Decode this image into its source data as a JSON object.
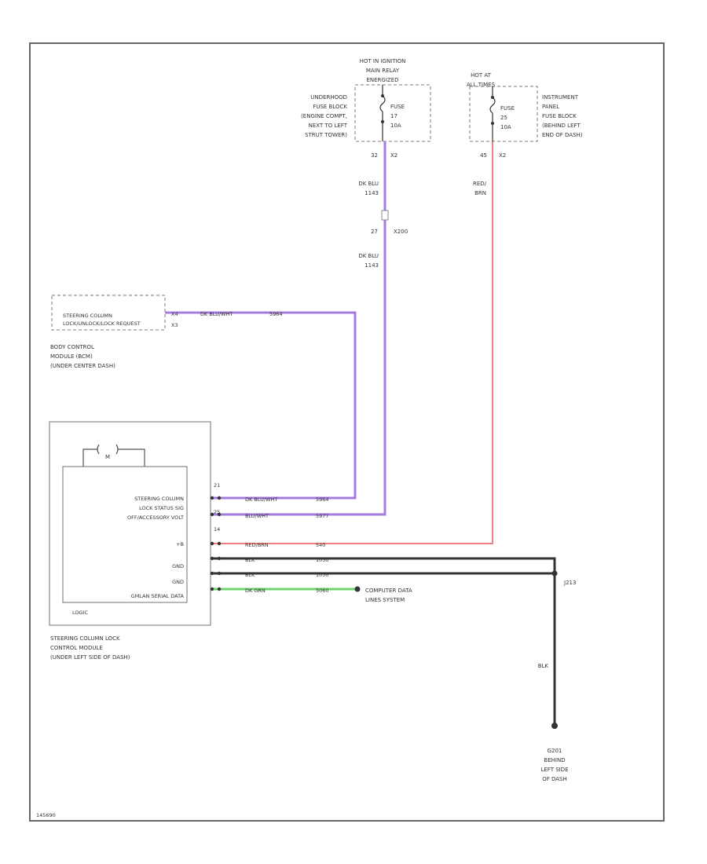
{
  "fuse_block_underhood": {
    "hot_label": [
      "HOT IN IGNITION",
      "MAIN RELAY",
      "ENERGIZED"
    ],
    "location": [
      "UNDERHOOD",
      "FUSE BLOCK",
      "(ENGINE COMPT,",
      "NEXT TO LEFT",
      "STRUT TOWER)"
    ],
    "fuse": [
      "FUSE",
      "17",
      "10A"
    ],
    "pin": "32",
    "connector": "X2"
  },
  "fuse_block_instrument": {
    "hot_label": [
      "HOT AT",
      "ALL TIMES"
    ],
    "location": [
      "INSTRUMENT",
      "PANEL",
      "FUSE BLOCK",
      "(BEHIND LEFT",
      "END OF DASH)"
    ],
    "fuse": [
      "FUSE",
      "25",
      "10A"
    ],
    "pin": "45",
    "connector": "X2"
  },
  "wires": {
    "dk_blu_upper": [
      "DK BLU",
      "1143"
    ],
    "splice_pin": "27",
    "splice_conn": "X200",
    "dk_blu_lower": [
      "DK BLU",
      "1143"
    ],
    "red_brn": [
      "RED/",
      "BRN"
    ],
    "bcm_wire": "DK BLU/WHT",
    "bcm_circuit": "5964",
    "w1": "DK BLU/WHT",
    "w1_ckt": "5964",
    "w2": "BLU/WHT",
    "w2_ckt": "5977",
    "w3": "RED/BRN",
    "w3_ckt": "540",
    "w4": "BLK",
    "w4_ckt": "1050",
    "w5": "BLK",
    "w5_ckt": "1050",
    "w6": "DK GRN",
    "w6_ckt": "5060",
    "ground_wire": "BLK"
  },
  "bcm": {
    "pin_label": "X4",
    "signal": [
      "STEERING COLUMN",
      "LOCK/UNLOCK/LOCK REQUEST"
    ],
    "signal_pin": "X3",
    "name": [
      "BODY CONTROL",
      "MODULE (BCM)",
      "(UNDER CENTER DASH)"
    ]
  },
  "sclcm": {
    "pins": [
      "21",
      "25",
      "14"
    ],
    "labels": [
      "STEERING COLUMN",
      "LOCK STATUS SIG",
      "OFF/ACCESSORY VOLT"
    ],
    "lower_labels": [
      "+B",
      "GND",
      "GND",
      "GMLAN SERIAL DATA"
    ],
    "logic": "LOGIC",
    "motor": "M",
    "name": [
      "STEERING COLUMN LOCK",
      "CONTROL MODULE",
      "(UNDER LEFT SIDE OF DASH)"
    ]
  },
  "data_lines": [
    "COMPUTER DATA",
    "LINES SYSTEM"
  ],
  "splice": "J213",
  "ground": [
    "G201",
    "BEHIND",
    "LEFT SIDE",
    "OF DASH"
  ],
  "footer": "145690"
}
